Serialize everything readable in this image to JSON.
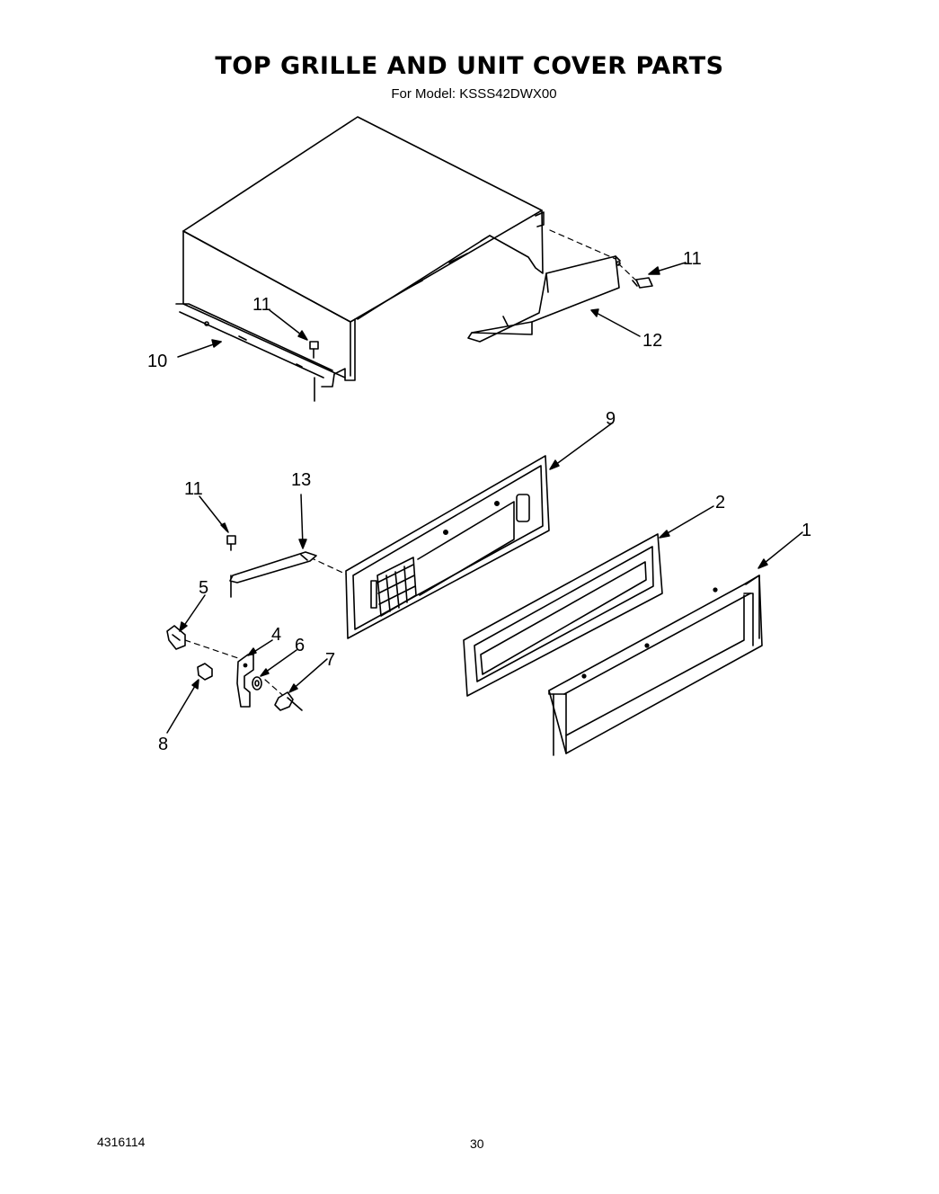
{
  "header": {
    "title": "TOP GRILLE AND UNIT COVER PARTS",
    "subtitle": "For Model: KSSS42DWX00"
  },
  "footer": {
    "doc_number": "4316114",
    "page_number": "30"
  },
  "callouts": {
    "c1": "1",
    "c2": "2",
    "c4": "4",
    "c5": "5",
    "c6": "6",
    "c7": "7",
    "c8": "8",
    "c9": "9",
    "c10": "10",
    "c11a": "11",
    "c11b": "11",
    "c11c": "11",
    "c12": "12",
    "c13": "13"
  }
}
